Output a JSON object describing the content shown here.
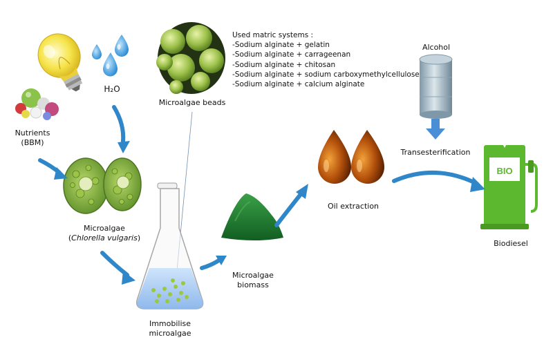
{
  "labels": {
    "h2o": "H₂O",
    "nutrients_line1": "Nutrients",
    "nutrients_line2": "(BBM)",
    "microalgae_beads": "Microalgae beads",
    "microalgae_line1": "Microalgae",
    "microalgae_line2_open": "(",
    "microalgae_species": "Chlorella vulgaris",
    "microalgae_line2_close": ")",
    "immobilise_line1": "Immobilise",
    "immobilise_line2": "microalgae",
    "biomass_line1": "Microalgae",
    "biomass_line2": "biomass",
    "oil_extraction": "Oil extraction",
    "alcohol": "Alcohol",
    "transesterification": "Transesterification",
    "biodiesel": "Biodiesel",
    "bio_badge": "BIO"
  },
  "matrix": {
    "title": "Used matric systems :",
    "items": [
      "-Sodium alginate + gelatin",
      "-Sodium alginate + carrageenan",
      "-Sodium alginate + chitosan",
      "-Sodium alginate + sodium carboxymethylcellulose",
      "-Sodium alginate + calcium alginate"
    ]
  },
  "colors": {
    "arrow": "#2f86c9",
    "algae_green": "#7fb03a",
    "biomass_green": "#1f7a2e",
    "pump_green": "#5cb82e",
    "oil": "#9a3d08",
    "bulb": "#f4e04a",
    "water": "#4aa3e0"
  }
}
